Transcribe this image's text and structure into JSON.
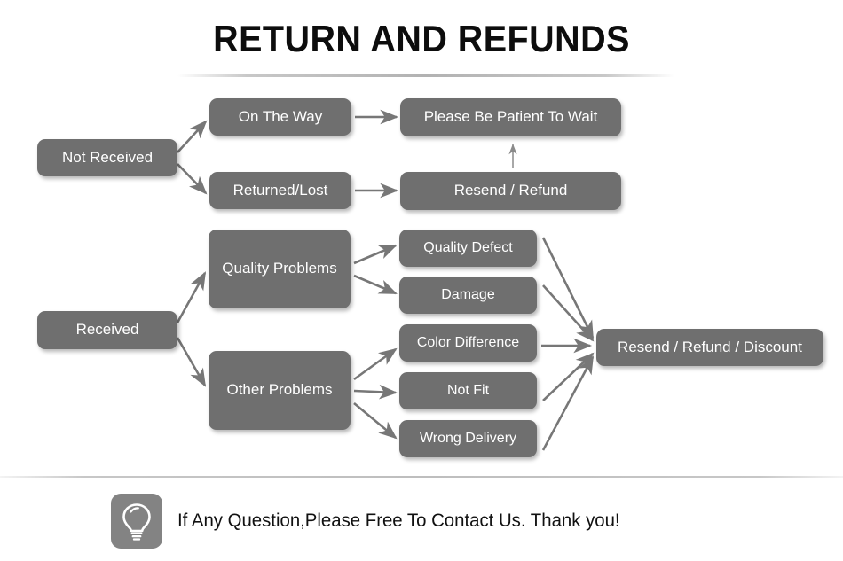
{
  "page": {
    "title": "RETURN AND REFUNDS",
    "background_color": "#ffffff",
    "node_color": "#6f6f6f",
    "node_text_color": "#ffffff",
    "arrow_color": "#777777"
  },
  "flow": {
    "nodes": [
      {
        "id": "not-received",
        "label": "Not Received"
      },
      {
        "id": "on-the-way",
        "label": "On The Way"
      },
      {
        "id": "returned-lost",
        "label": "Returned/Lost"
      },
      {
        "id": "please-wait",
        "label": "Please Be Patient To Wait"
      },
      {
        "id": "resend-refund",
        "label": "Resend / Refund"
      },
      {
        "id": "received",
        "label": "Received"
      },
      {
        "id": "quality-problems",
        "label": "Quality Problems"
      },
      {
        "id": "other-problems",
        "label": "Other Problems"
      },
      {
        "id": "quality-defect",
        "label": "Quality Defect"
      },
      {
        "id": "damage",
        "label": "Damage"
      },
      {
        "id": "color-difference",
        "label": "Color Difference"
      },
      {
        "id": "not-fit",
        "label": "Not Fit"
      },
      {
        "id": "wrong-delivery",
        "label": "Wrong Delivery"
      },
      {
        "id": "resend-refund-discount",
        "label": "Resend / Refund / Discount"
      }
    ]
  },
  "footer": {
    "icon": "lightbulb-icon",
    "text": "If Any Question,Please Free To Contact Us. Thank you!"
  }
}
